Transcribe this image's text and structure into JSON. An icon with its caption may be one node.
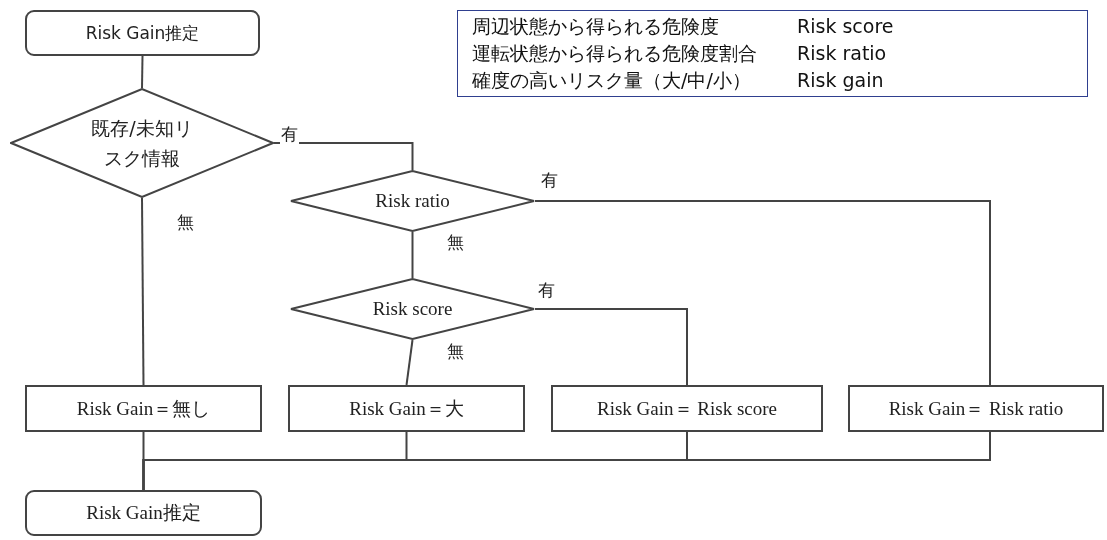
{
  "diagram": {
    "nodes": [
      {
        "text": [
          "Risk Gain推定"
        ]
      },
      {
        "text": [
          "周辺状態から得られる危険度",
          "Risk score",
          "運転状態から得られる危険度割合",
          "Risk ratio",
          "確度の高いリスク量（大/中/小）",
          "Risk gain"
        ]
      },
      {
        "text": [
          "既存/未知リスク情報"
        ]
      },
      {
        "text": [
          "Risk ratio"
        ]
      },
      {
        "text": [
          "Risk score"
        ]
      },
      {
        "text": [
          "Risk Gain＝無し"
        ]
      },
      {
        "text": [
          "Risk Gain＝大"
        ]
      },
      {
        "text": [
          "Risk Gain＝ Risk score"
        ]
      },
      {
        "text": [
          "Risk Gain＝ Risk ratio"
        ]
      },
      {
        "text": [
          "Risk Gain推定"
        ]
      }
    ],
    "edges": [
      {
        "from": 0,
        "to": 2,
        "arrow": "none"
      },
      {
        "from": 2,
        "to": 3,
        "arrow": "none",
        "label": "有"
      },
      {
        "from": 2,
        "to": 5,
        "arrow": "none",
        "label": "無"
      },
      {
        "from": 3,
        "to": 4,
        "arrow": "none",
        "label": "無"
      },
      {
        "from": 3,
        "to": 8,
        "arrow": "none",
        "label": "有"
      },
      {
        "from": 4,
        "to": 6,
        "arrow": "none",
        "label": "無"
      },
      {
        "from": 4,
        "to": 7,
        "arrow": "none",
        "label": "有"
      },
      {
        "from": 5,
        "to": 9,
        "arrow": "none"
      },
      {
        "from": 6,
        "to": 9,
        "arrow": "none"
      },
      {
        "from": 7,
        "to": 9,
        "arrow": "none"
      },
      {
        "from": 8,
        "to": 9,
        "arrow": "none"
      }
    ]
  }
}
